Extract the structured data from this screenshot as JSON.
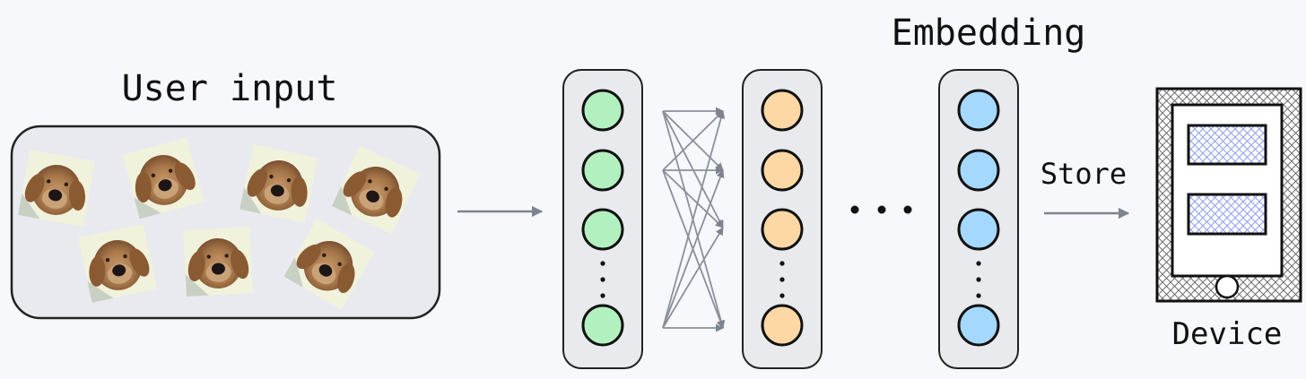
{
  "diagram": {
    "labels": {
      "user_input": "User input",
      "embedding": "Embedding",
      "store": "Store",
      "device": "Device",
      "ellipsis": "..."
    },
    "input_panel": {
      "image_count": 7,
      "image_subject": "golden retriever dog face photo",
      "image_rotations_deg": [
        10,
        -15,
        12,
        25,
        -12,
        -3,
        30
      ]
    },
    "layers": [
      {
        "name": "input-layer",
        "node_color": "#b3f0c0",
        "visible_nodes": 4,
        "has_vertical_ellipsis": true
      },
      {
        "name": "hidden-layer",
        "node_color": "#fdd8a5",
        "visible_nodes": 4,
        "has_vertical_ellipsis": true
      },
      {
        "name": "embedding-layer",
        "node_color": "#a5d8fd",
        "visible_nodes": 4,
        "has_vertical_ellipsis": true
      }
    ],
    "connections": {
      "type": "fully-connected",
      "from_layer": "input-layer",
      "to_layer": "hidden-layer"
    },
    "colors": {
      "background": "#f7f8fc",
      "panel_fill": "#e9eaf0",
      "arrow": "#7d848e",
      "outline": "#111111",
      "device_screen_hatch": "#8f9ff0",
      "device_body_hatch": "#6e6e6e"
    }
  }
}
